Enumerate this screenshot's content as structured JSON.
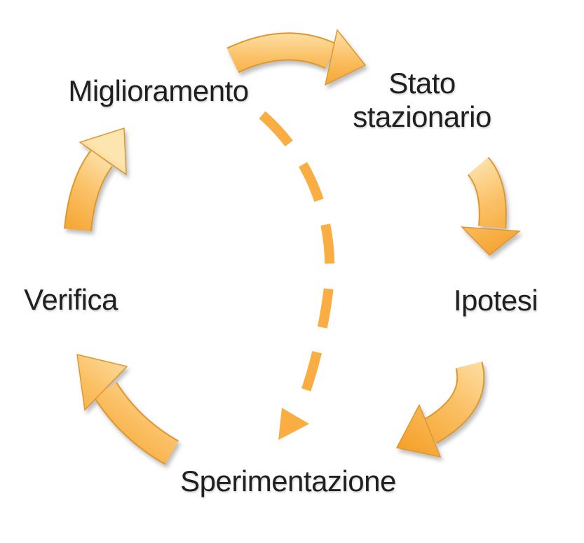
{
  "diagram": {
    "type": "cycle",
    "background_color": "#FFFFFF",
    "text_color": "#202020",
    "arrow_style": {
      "gradient_light": "#FDE5B0",
      "gradient_mid": "#FBC167",
      "gradient_dark": "#F4A028",
      "outline": "#DD982F",
      "dash_color": "#FAAD42"
    },
    "nodes": [
      {
        "id": "miglioramento",
        "label": "Miglioramento"
      },
      {
        "id": "stato-stazionario",
        "label": "Stato stazionario",
        "lines": [
          "Stato",
          "stazionario"
        ]
      },
      {
        "id": "ipotesi",
        "label": "Ipotesi"
      },
      {
        "id": "verifica",
        "label": "Verifica"
      },
      {
        "id": "sperimentazione",
        "label": "Sperimentazione"
      }
    ],
    "arrows": [
      {
        "from": "miglioramento",
        "to": "stato-stazionario",
        "style": "solid-curved"
      },
      {
        "from": "stato-stazionario",
        "to": "ipotesi",
        "style": "solid-curved"
      },
      {
        "from": "ipotesi",
        "to": "sperimentazione",
        "style": "solid-curved"
      },
      {
        "from": "sperimentazione",
        "to": "verifica",
        "style": "solid-curved"
      },
      {
        "from": "verifica",
        "to": "miglioramento",
        "style": "solid-curved"
      },
      {
        "from": "miglioramento",
        "to": "sperimentazione",
        "style": "dashed-curved"
      }
    ]
  }
}
